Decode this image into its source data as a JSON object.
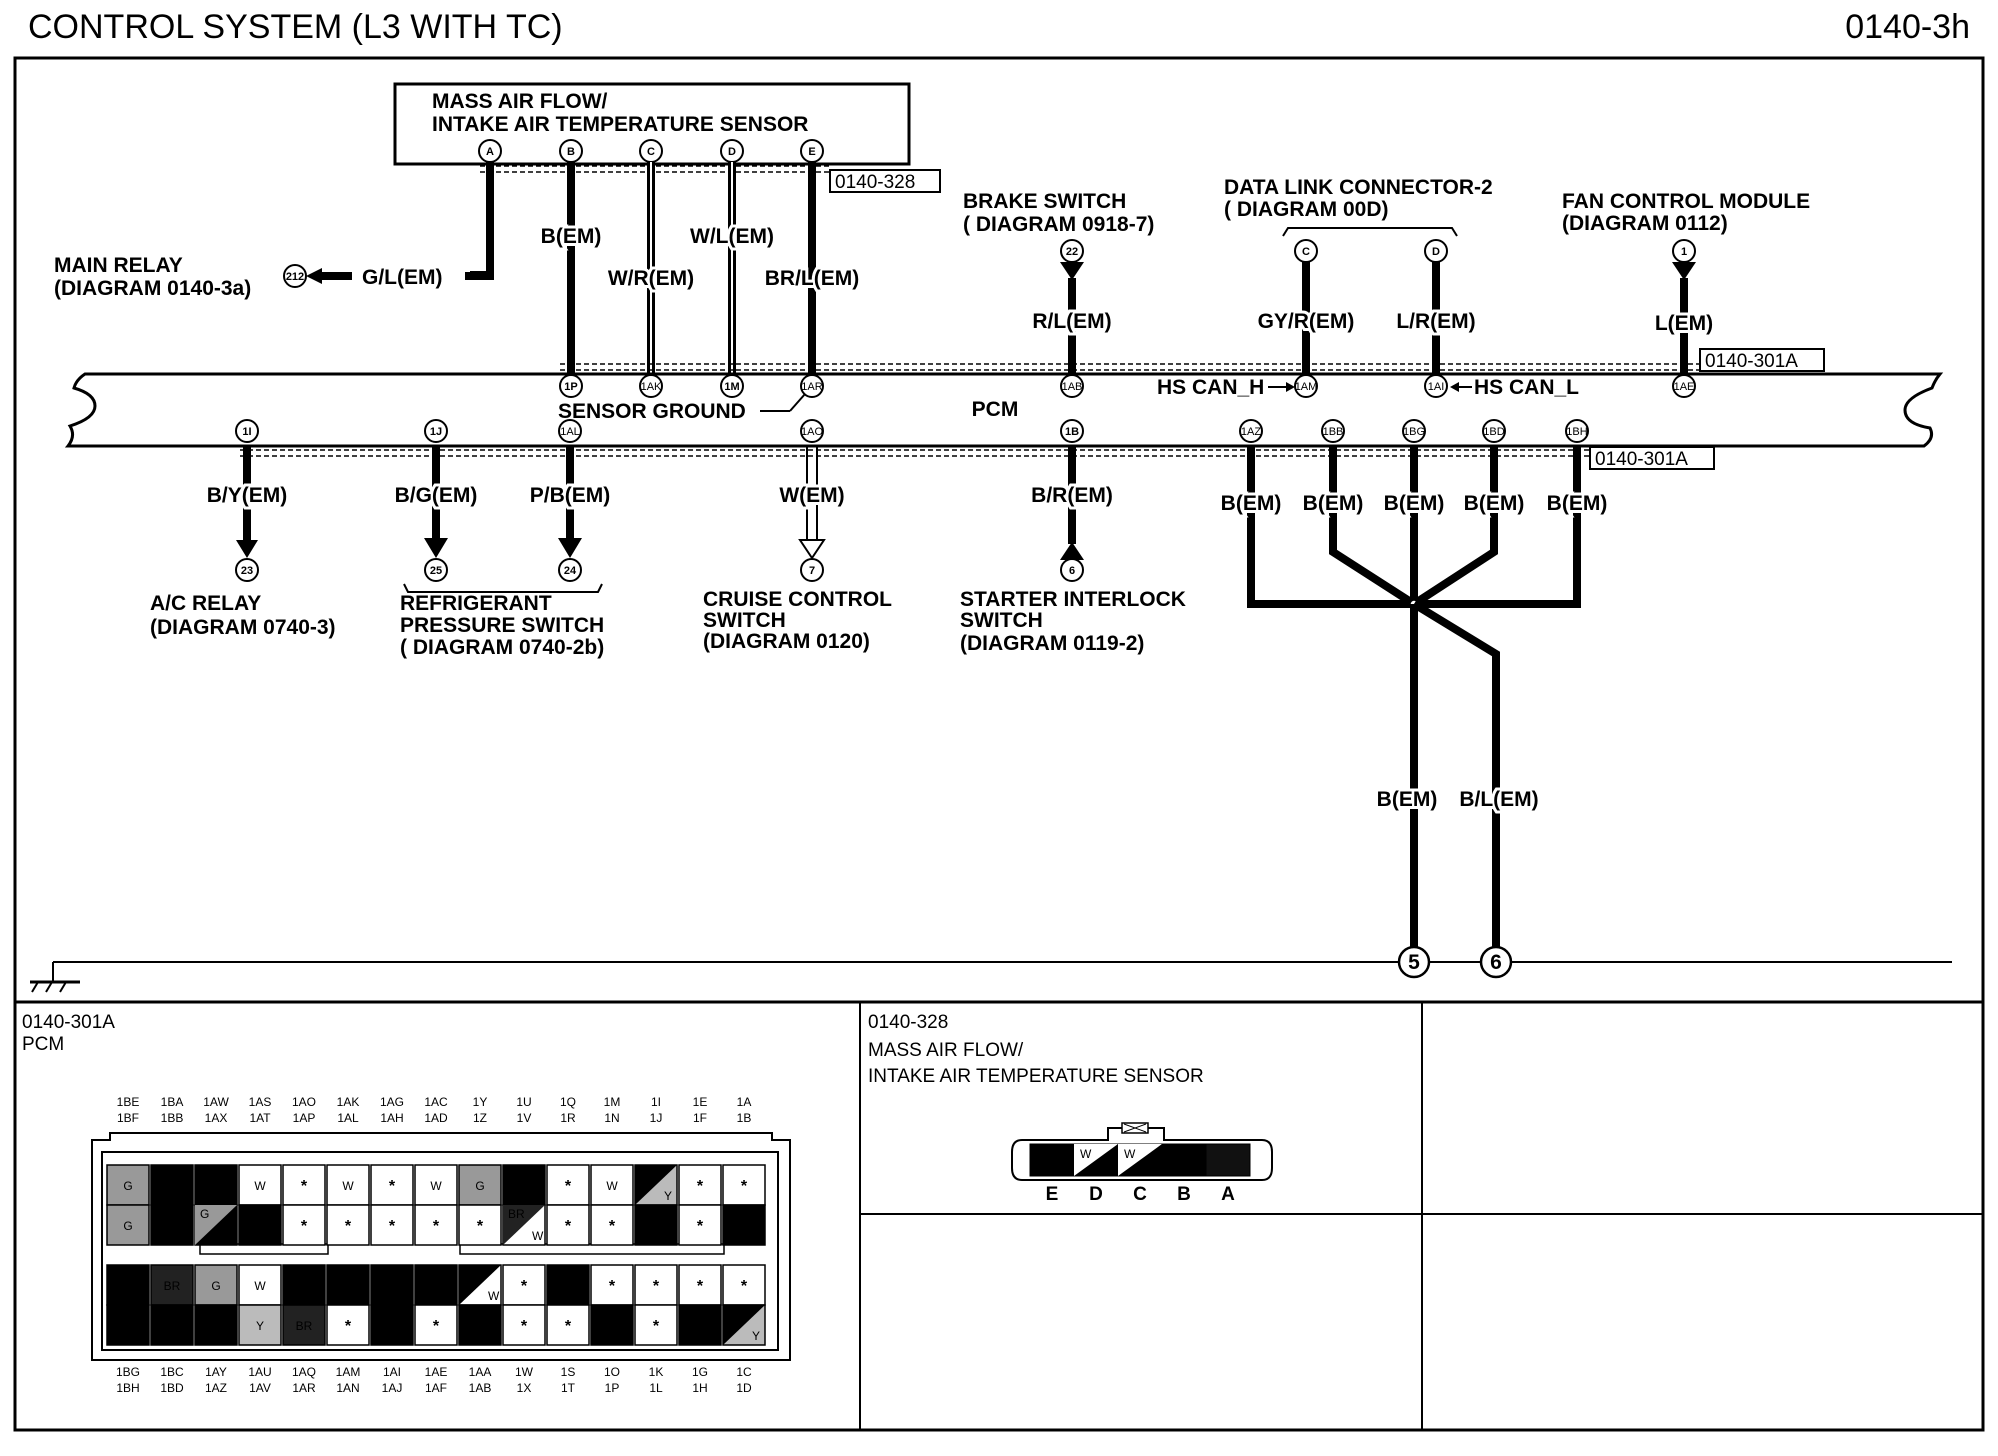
{
  "header": {
    "title": "CONTROL SYSTEM (L3 WITH TC)",
    "page_ref": "0140-3h"
  },
  "maf_sensor": {
    "line1": "MASS AIR FLOW/",
    "line2": "INTAKE AIR TEMPERATURE SENSOR",
    "pins": [
      "A",
      "B",
      "C",
      "D",
      "E"
    ],
    "ref": "0140-328"
  },
  "main_relay": {
    "line1": "MAIN RELAY",
    "line2": "(DIAGRAM 0140-3a)",
    "pin": "212",
    "wire": "G/L(EM)"
  },
  "top_wires": {
    "b": "B(EM)",
    "c": "W/R(EM)",
    "d": "W/L(EM)",
    "e": "BR/L(EM)",
    "brake": "R/L(EM)",
    "dlc_c": "GY/R(EM)",
    "dlc_d": "L/R(EM)",
    "fan": "L(EM)"
  },
  "brake_switch": {
    "line1": "BRAKE SWITCH",
    "line2": "( DIAGRAM 0918-7)",
    "pin": "22"
  },
  "dlc": {
    "line1": "DATA LINK CONNECTOR-2",
    "line2": "( DIAGRAM  00D)",
    "pin_c": "C",
    "pin_d": "D"
  },
  "fan_module": {
    "line1": "FAN CONTROL MODULE",
    "line2": "(DIAGRAM 0112)",
    "pin": "1"
  },
  "pcm": {
    "label": "PCM",
    "sensor_ground": "SENSOR GROUND",
    "hs_can_h": "HS CAN_H",
    "hs_can_l": "HS CAN_L",
    "ref": "0140-301A",
    "top_pins": [
      "1P",
      "1AK",
      "1M",
      "1AR",
      "1AB",
      "1AM",
      "1AI",
      "1AE"
    ],
    "bottom_pins": [
      "1I",
      "1J",
      "1AL",
      "1AO",
      "1B",
      "1AZ",
      "1BB",
      "1BG",
      "1BD",
      "1BH"
    ]
  },
  "bottom_wires": {
    "ac": "B/Y(EM)",
    "refrig_a": "B/G(EM)",
    "refrig_b": "P/B(EM)",
    "cruise": "W(EM)",
    "starter": "B/R(EM)",
    "gnd1": "B(EM)",
    "gnd2": "B(EM)",
    "gnd3": "B(EM)",
    "gnd4": "B(EM)",
    "gnd5": "B(EM)",
    "out5": "B(EM)",
    "out6": "B/L(EM)"
  },
  "ac_relay": {
    "line1": "A/C RELAY",
    "line2": "(DIAGRAM 0740-3)",
    "pin": "23"
  },
  "refrig_switch": {
    "line1": "REFRIGERANT",
    "line2": "PRESSURE SWITCH",
    "line3": "( DIAGRAM 0740-2b)",
    "pin_a": "25",
    "pin_b": "24"
  },
  "cruise_switch": {
    "line1": "CRUISE CONTROL",
    "line2": "SWITCH",
    "line3": "(DIAGRAM 0120)",
    "pin": "7"
  },
  "starter_switch": {
    "line1": "STARTER INTERLOCK",
    "line2": "SWITCH",
    "line3": "(DIAGRAM 0119-2)",
    "pin": "6"
  },
  "ground_outputs": {
    "out_a": "5",
    "out_b": "6"
  },
  "pcm_connector": {
    "ref": "0140-301A",
    "name": "PCM",
    "top_labels_a": [
      "1BE",
      "1BA",
      "1AW",
      "1AS",
      "1AO",
      "1AK",
      "1AG",
      "1AC",
      "1Y",
      "1U",
      "1Q",
      "1M",
      "1I",
      "1E",
      "1A"
    ],
    "top_labels_b": [
      "1BF",
      "1BB",
      "1AX",
      "1AT",
      "1AP",
      "1AL",
      "1AH",
      "1AD",
      "1Z",
      "1V",
      "1R",
      "1N",
      "1J",
      "1F",
      "1B"
    ],
    "bot_labels_a": [
      "1BG",
      "1BC",
      "1AY",
      "1AU",
      "1AQ",
      "1AM",
      "1AI",
      "1AE",
      "1AA",
      "1W",
      "1S",
      "1O",
      "1K",
      "1G",
      "1C"
    ],
    "bot_labels_b": [
      "1BH",
      "1BD",
      "1AZ",
      "1AV",
      "1AR",
      "1AN",
      "1AJ",
      "1AF",
      "1AB",
      "1X",
      "1T",
      "1P",
      "1L",
      "1H",
      "1D"
    ],
    "rows": [
      [
        "G",
        "B",
        "B",
        "W",
        "*",
        "W",
        "*",
        "W",
        "G",
        "B",
        "*",
        "W",
        "B/Y",
        "*",
        "*"
      ],
      [
        "G",
        "B",
        "G/B",
        "B",
        "*",
        "*",
        "*",
        "*",
        "*",
        "BR/W",
        "*",
        "*",
        "B",
        "*",
        "B"
      ],
      [
        "B",
        "BR",
        "G",
        "W",
        "B",
        "B",
        "B",
        "B",
        "B/W",
        "*",
        "B",
        "*",
        "*",
        "*",
        "*"
      ],
      [
        "B",
        "B",
        "B",
        "Y",
        "BR",
        "*",
        "B",
        "*",
        "B",
        "*",
        "*",
        "B",
        "*",
        "B",
        "B/Y"
      ]
    ]
  },
  "maf_connector": {
    "ref": "0140-328",
    "line1": "MASS AIR FLOW/",
    "line2": "INTAKE AIR TEMPERATURE SENSOR",
    "cells": [
      "BR",
      "W",
      "W",
      "B",
      ""
    ],
    "letters": [
      "E",
      "D",
      "C",
      "B",
      "A"
    ]
  }
}
